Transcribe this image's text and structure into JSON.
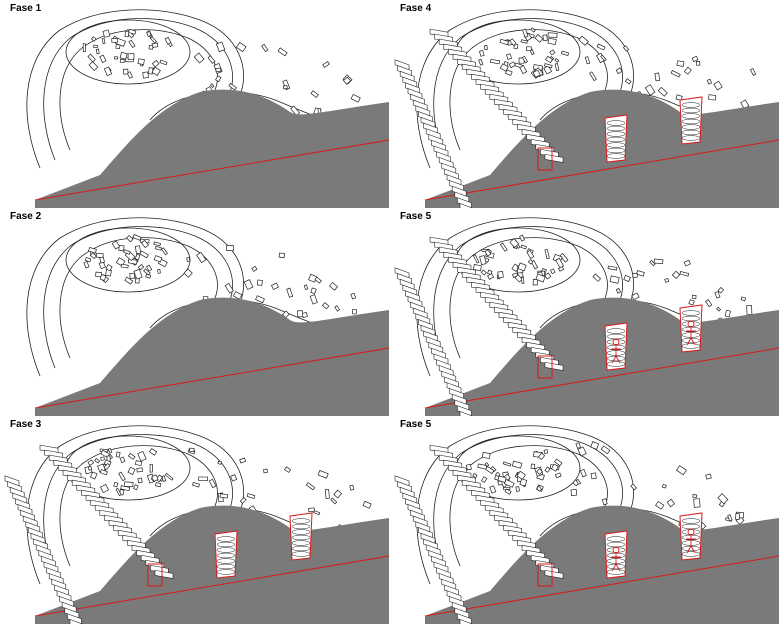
{
  "phases": [
    {
      "label": "Fase 1",
      "trench": false,
      "wall": false,
      "pits": 0,
      "people": false
    },
    {
      "label": "Fase 2",
      "trench": false,
      "wall": false,
      "pits": 0,
      "people": false
    },
    {
      "label": "Fase 3",
      "trench": true,
      "wall": true,
      "pits": 2,
      "people": false
    },
    {
      "label": "Fase 4",
      "trench": true,
      "wall": true,
      "pits": 2,
      "people": false
    },
    {
      "label": "Fase 5",
      "trench": true,
      "wall": true,
      "pits": 2,
      "people": true
    },
    {
      "label": "Fase 5",
      "trench": true,
      "wall": true,
      "pits": 2,
      "people": true
    }
  ],
  "colors": {
    "ground": "#7a7a7a",
    "outline": "#222222",
    "highlight": "#d81a1a",
    "background": "#ffffff"
  }
}
